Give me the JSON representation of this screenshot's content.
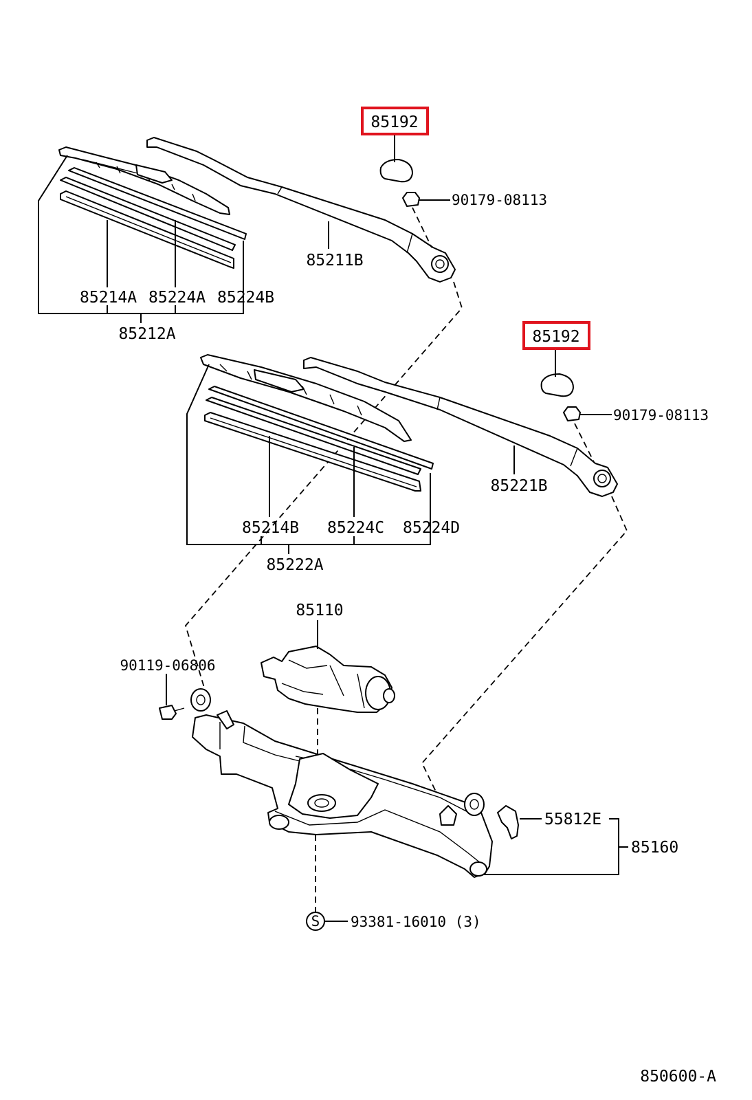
{
  "callouts": {
    "cap_left": "85192",
    "cap_right": "85192",
    "nut_left": "90179-08113",
    "nut_right": "90179-08113",
    "arm_left": "85211B",
    "arm_right": "85221B",
    "blade_left_refill": "85214A",
    "blade_left_a": "85224A",
    "blade_left_b": "85224B",
    "blade_left_assy": "85212A",
    "blade_right_refill": "85214B",
    "blade_right_c": "85224C",
    "blade_right_d": "85224D",
    "blade_right_assy": "85222A",
    "motor": "85110",
    "bolt": "90119-06806",
    "clip": "55812E",
    "link_assy": "85160",
    "screw": "93381-16010 (3)",
    "screw_symbol": "S",
    "diagram_code": "850600-A"
  },
  "highlight_color": "#e0141e"
}
